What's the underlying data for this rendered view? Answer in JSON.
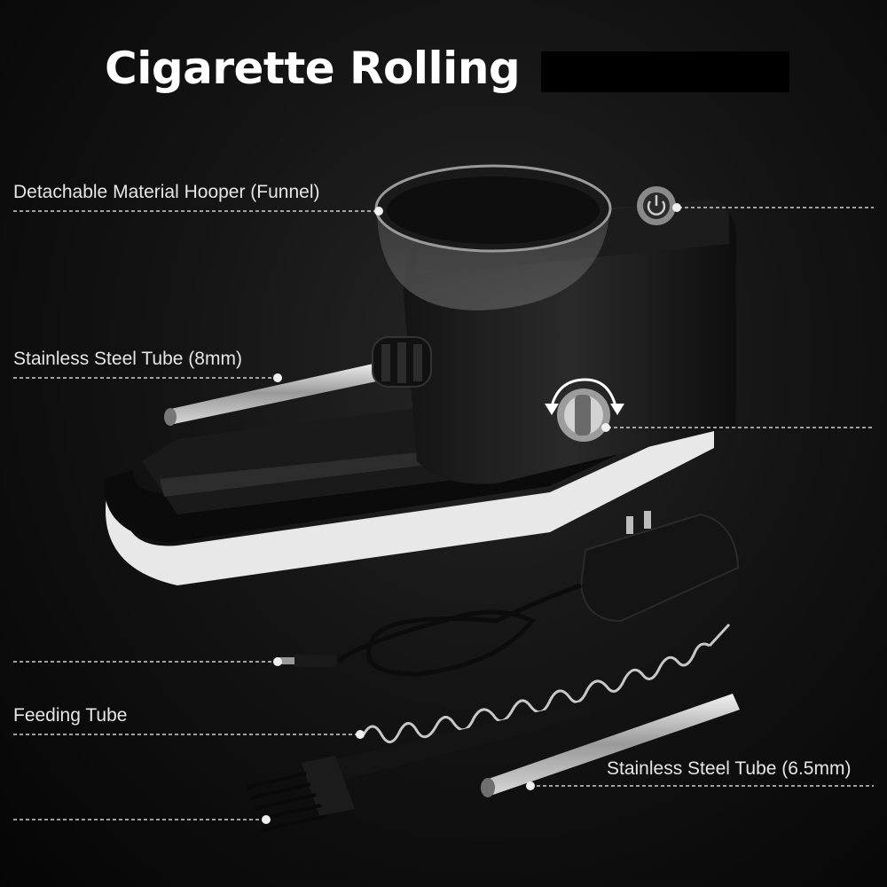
{
  "title": "Cigarette Rolling",
  "callouts": {
    "hopper": "Detachable Material Hooper (Funnel)",
    "tube_8mm": "Stainless Steel Tube (8mm)",
    "feeding_tube": "Feeding Tube",
    "tube_6_5mm": "Stainless Steel Tube (6.5mm)"
  }
}
